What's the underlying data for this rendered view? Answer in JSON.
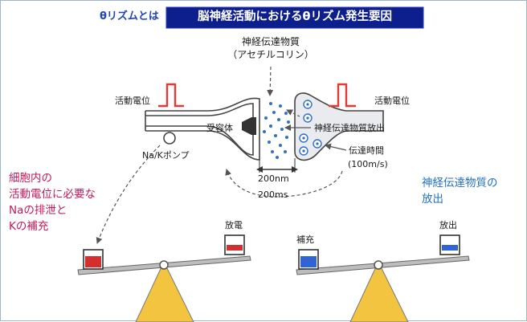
{
  "header": {
    "subtitle": "θリズムとは",
    "title": "脳神経活動におけるθリズム発生要因"
  },
  "synapse": {
    "transmitter_name": "神経伝達物質",
    "transmitter_sub": "（アセチルコリン）",
    "action_potential_left": "活動電位",
    "action_potential_right": "活動電位",
    "receptor": "受容体",
    "pump": "Na/Kポンプ",
    "release": "神経伝達物質放出",
    "transmission_time": "伝達時間",
    "transmission_value": "(100m/s)",
    "gap_distance": "200nm",
    "cycle_time": "200ms"
  },
  "left_panel": {
    "lines": [
      "細胞内の",
      "活動電位に必要な",
      "Naの排泄と",
      "Kの補充"
    ],
    "discharge": "放電"
  },
  "right_panel": {
    "lines": [
      "神経伝達物質の",
      "放出"
    ],
    "replenish": "補充",
    "release": "放出"
  },
  "colors": {
    "title_bg": "#0d1f8c",
    "title_text": "#ffffff",
    "subtitle_text": "#1e45b0",
    "left_text": "#c2185b",
    "right_text": "#1f6fbf",
    "pulse": "#e53935",
    "vesicle_dot": "#2f6fd0",
    "red_fill": "#d32f2f",
    "blue_fill": "#2f63d6",
    "fulcrum": "#f2c43f"
  }
}
